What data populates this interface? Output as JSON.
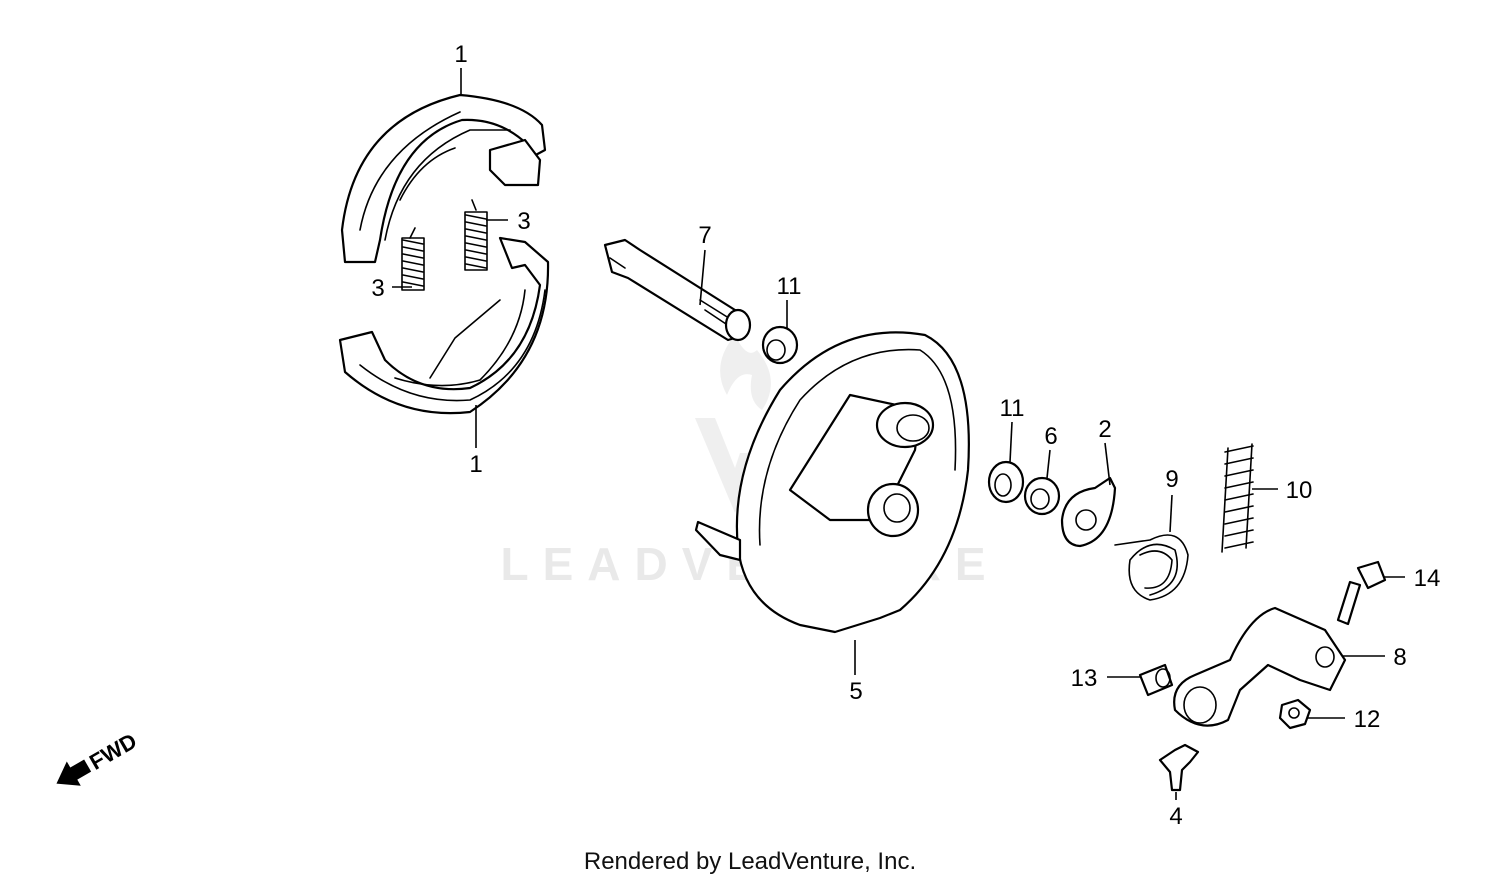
{
  "watermark": {
    "text": "LEADVENTURE"
  },
  "fwd_label": "FWD",
  "footer": "Rendered by LeadVenture, Inc.",
  "callouts": {
    "shoe_upper": "1",
    "shoe_lower": "1",
    "spring_upper": "3",
    "spring_lower": "3",
    "cam": "7",
    "seal_upper": "11",
    "panel": "5",
    "seal_lower": "11",
    "washer": "6",
    "indicator_plate": "2",
    "return_spring": "9",
    "spring_10": "10",
    "bolt": "14",
    "arm": "8",
    "pin": "13",
    "nut": "12",
    "wing_nut": "4"
  }
}
